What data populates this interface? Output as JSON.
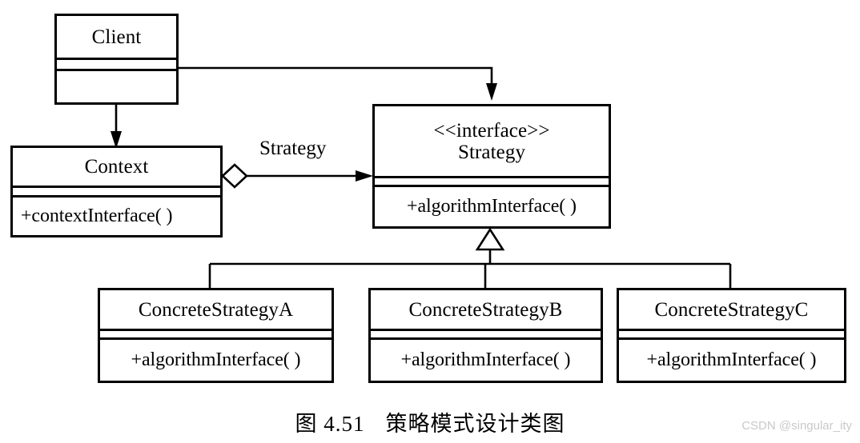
{
  "figure": {
    "caption_number": "图 4.51",
    "caption_title": "策略模式设计类图",
    "watermark": "CSDN @singular_ity",
    "line_color": "#000000",
    "background_color": "#ffffff"
  },
  "classes": {
    "client": {
      "name": "Client",
      "attributes": "",
      "operations": ""
    },
    "context": {
      "name": "Context",
      "attributes": "",
      "operations": "+contextInterface( )"
    },
    "strategy": {
      "stereotype": "<<interface>>",
      "name": "Strategy",
      "attributes": "",
      "operations": "+algorithmInterface( )"
    },
    "concrete_strategy_a": {
      "name": "ConcreteStrategyA",
      "attributes": "",
      "operations": "+algorithmInterface( )"
    },
    "concrete_strategy_b": {
      "name": "ConcreteStrategyB",
      "attributes": "",
      "operations": "+algorithmInterface( )"
    },
    "concrete_strategy_c": {
      "name": "ConcreteStrategyC",
      "attributes": "",
      "operations": "+algorithmInterface( )"
    }
  },
  "relationships": {
    "client_to_context": {
      "label": "",
      "type": "association-directed"
    },
    "client_to_strategy": {
      "label": "",
      "type": "dependency-directed"
    },
    "context_to_strategy": {
      "label": "Strategy",
      "type": "aggregation"
    },
    "generalizations": {
      "label": "",
      "type": "generalization",
      "parent": "Strategy",
      "children": [
        "ConcreteStrategyA",
        "ConcreteStrategyB",
        "ConcreteStrategyC"
      ]
    }
  }
}
